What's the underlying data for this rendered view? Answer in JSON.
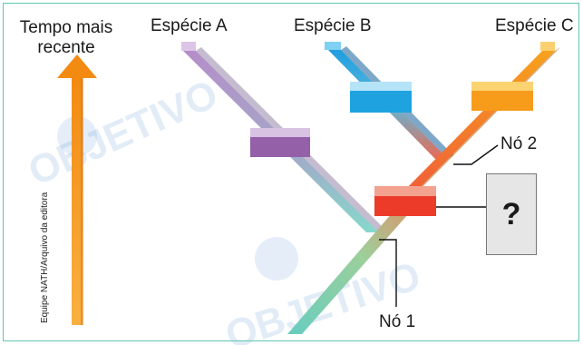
{
  "time_axis": {
    "line1": "Tempo mais",
    "line2": "recente"
  },
  "species": {
    "a": "Espécie A",
    "b": "Espécie B",
    "c": "Espécie C"
  },
  "nodes": {
    "node1": "Nó 1",
    "node2": "Nó 2"
  },
  "unknown_box": "?",
  "credit": "Equipe NATH/Arquivo da editora",
  "watermark": "OBJETIVO",
  "colors": {
    "arrow": "#f7941d",
    "branch_a": "#a57cc0",
    "branch_b": "#1ea3e0",
    "branch_c": "#f9a21a",
    "trunk": "#7dd6c8",
    "node_red": "#ed3b2a",
    "node_purple": "#9460a8",
    "node_blue": "#29aee6",
    "node_orange": "#f7a21c",
    "frame": "#5fc7b4"
  }
}
